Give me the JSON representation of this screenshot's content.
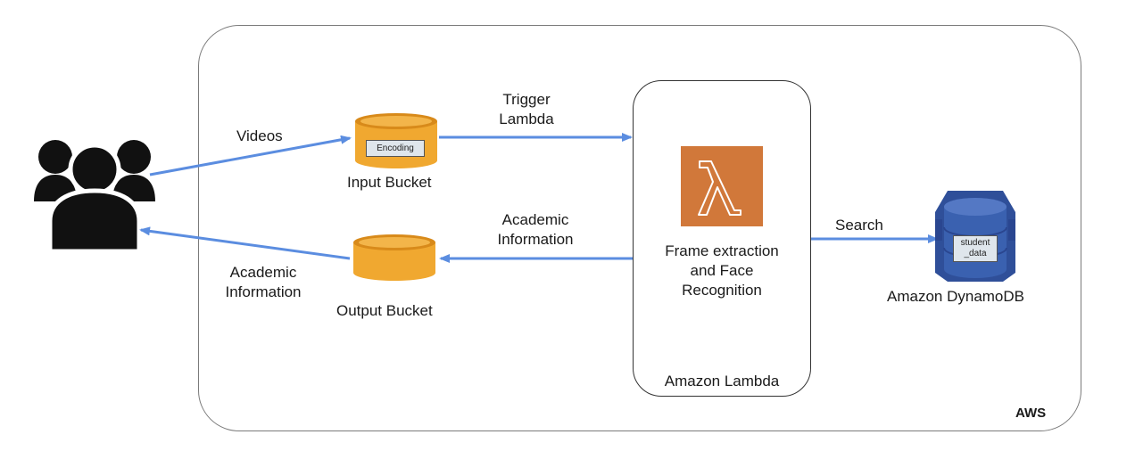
{
  "container": {
    "label": "AWS"
  },
  "users": {
    "icon": "users-group-icon"
  },
  "input_bucket": {
    "label": "Input Bucket",
    "inner_label": "Encoding",
    "icon": "bucket-icon"
  },
  "output_bucket": {
    "label": "Output Bucket",
    "icon": "bucket-icon"
  },
  "lambda": {
    "container_label": "Amazon Lambda",
    "task_label_line1": "Frame extraction",
    "task_label_line2": "and Face",
    "task_label_line3": "Recognition",
    "icon": "lambda-icon",
    "icon_color": "#D1783A"
  },
  "dynamodb": {
    "label": "Amazon DynamoDB",
    "table_label_line1": "student",
    "table_label_line2": "_data",
    "icon": "dynamodb-icon",
    "icon_color": "#3A61B0"
  },
  "edges": {
    "videos": "Videos",
    "trigger_line1": "Trigger",
    "trigger_line2": "Lambda",
    "academic_line1": "Academic",
    "academic_line2": "Information",
    "search": "Search",
    "academic_out_line1": "Academic",
    "academic_out_line2": "Information"
  },
  "colors": {
    "arrow": "#5B8DE0",
    "bucket_fill": "#F0A830",
    "bucket_dark": "#D88A1A"
  }
}
